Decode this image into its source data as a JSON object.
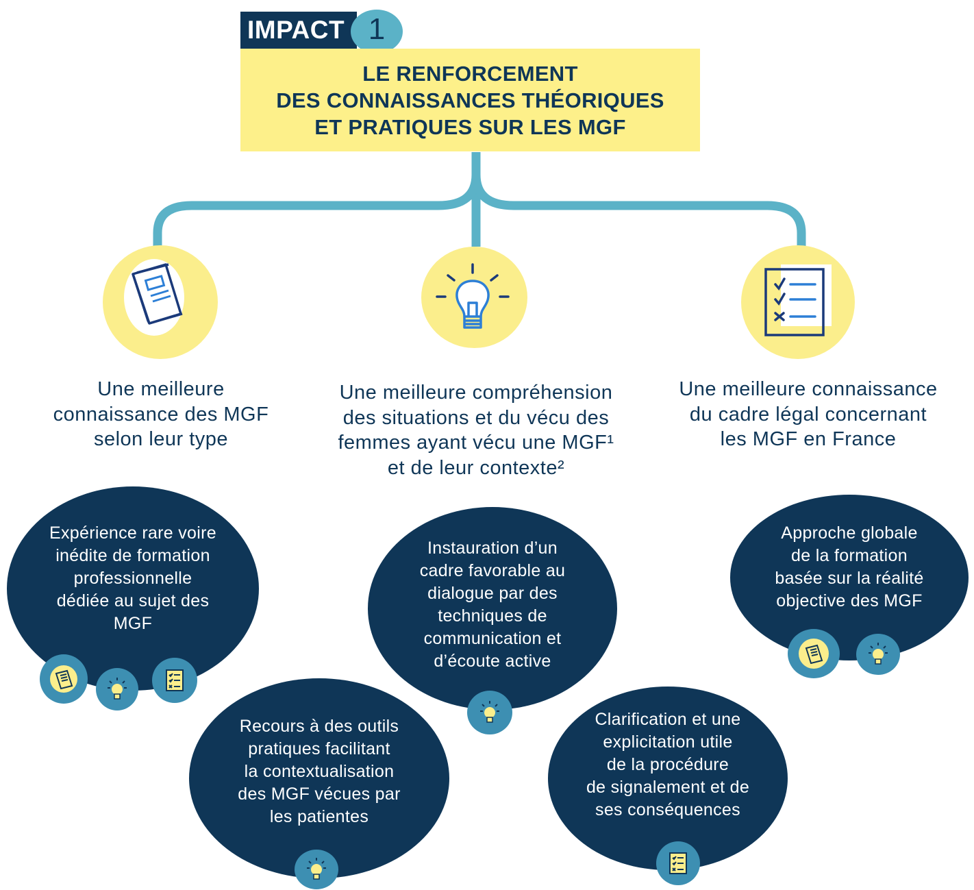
{
  "header": {
    "impact_label": "IMPACT",
    "impact_number": "1",
    "title": "LE RENFORCEMENT\nDES CONNAISSANCES THÉORIQUES\nET PRATIQUES SUR LES MGF"
  },
  "columns": [
    {
      "icon": "book-icon",
      "text": "Une meilleure\nconnaissance des MGF\nselon leur type"
    },
    {
      "icon": "lightbulb-icon",
      "text": "Une meilleure compréhension\ndes situations et du vécu des\nfemmes ayant vécu une MGF¹\net de leur contexte²"
    },
    {
      "icon": "checklist-icon",
      "text": "Une meilleure connaissance\ndu cadre légal concernant\nles MGF en France"
    }
  ],
  "bubbles": [
    {
      "text": "Expérience rare voire\ninédite de formation\nprofessionnelle\ndédiée au sujet des\nMGF",
      "icons": [
        "book-icon",
        "lightbulb-icon",
        "checklist-icon"
      ]
    },
    {
      "text": "Recours à des outils\npratiques facilitant\nla contextualisation\ndes MGF vécues par\nles patientes",
      "icons": [
        "lightbulb-icon"
      ]
    },
    {
      "text": "Instauration d’un\ncadre favorable au\ndialogue par des\ntechniques de\ncommunication et\nd’écoute active",
      "icons": [
        "lightbulb-icon"
      ]
    },
    {
      "text": "Clarification et une\nexplicitation utile\nde la procédure\nde signalement et de\nses conséquences",
      "icons": [
        "checklist-icon"
      ]
    },
    {
      "text": "Approche globale\nde la formation\nbasée sur la réalité\nobjective des MGF",
      "icons": [
        "book-icon",
        "lightbulb-icon"
      ]
    }
  ],
  "colors": {
    "navy": "#0f3657",
    "teal": "#5bb2c7",
    "yellow": "#fdf08a",
    "blue_icon": "#1b4aa3"
  }
}
